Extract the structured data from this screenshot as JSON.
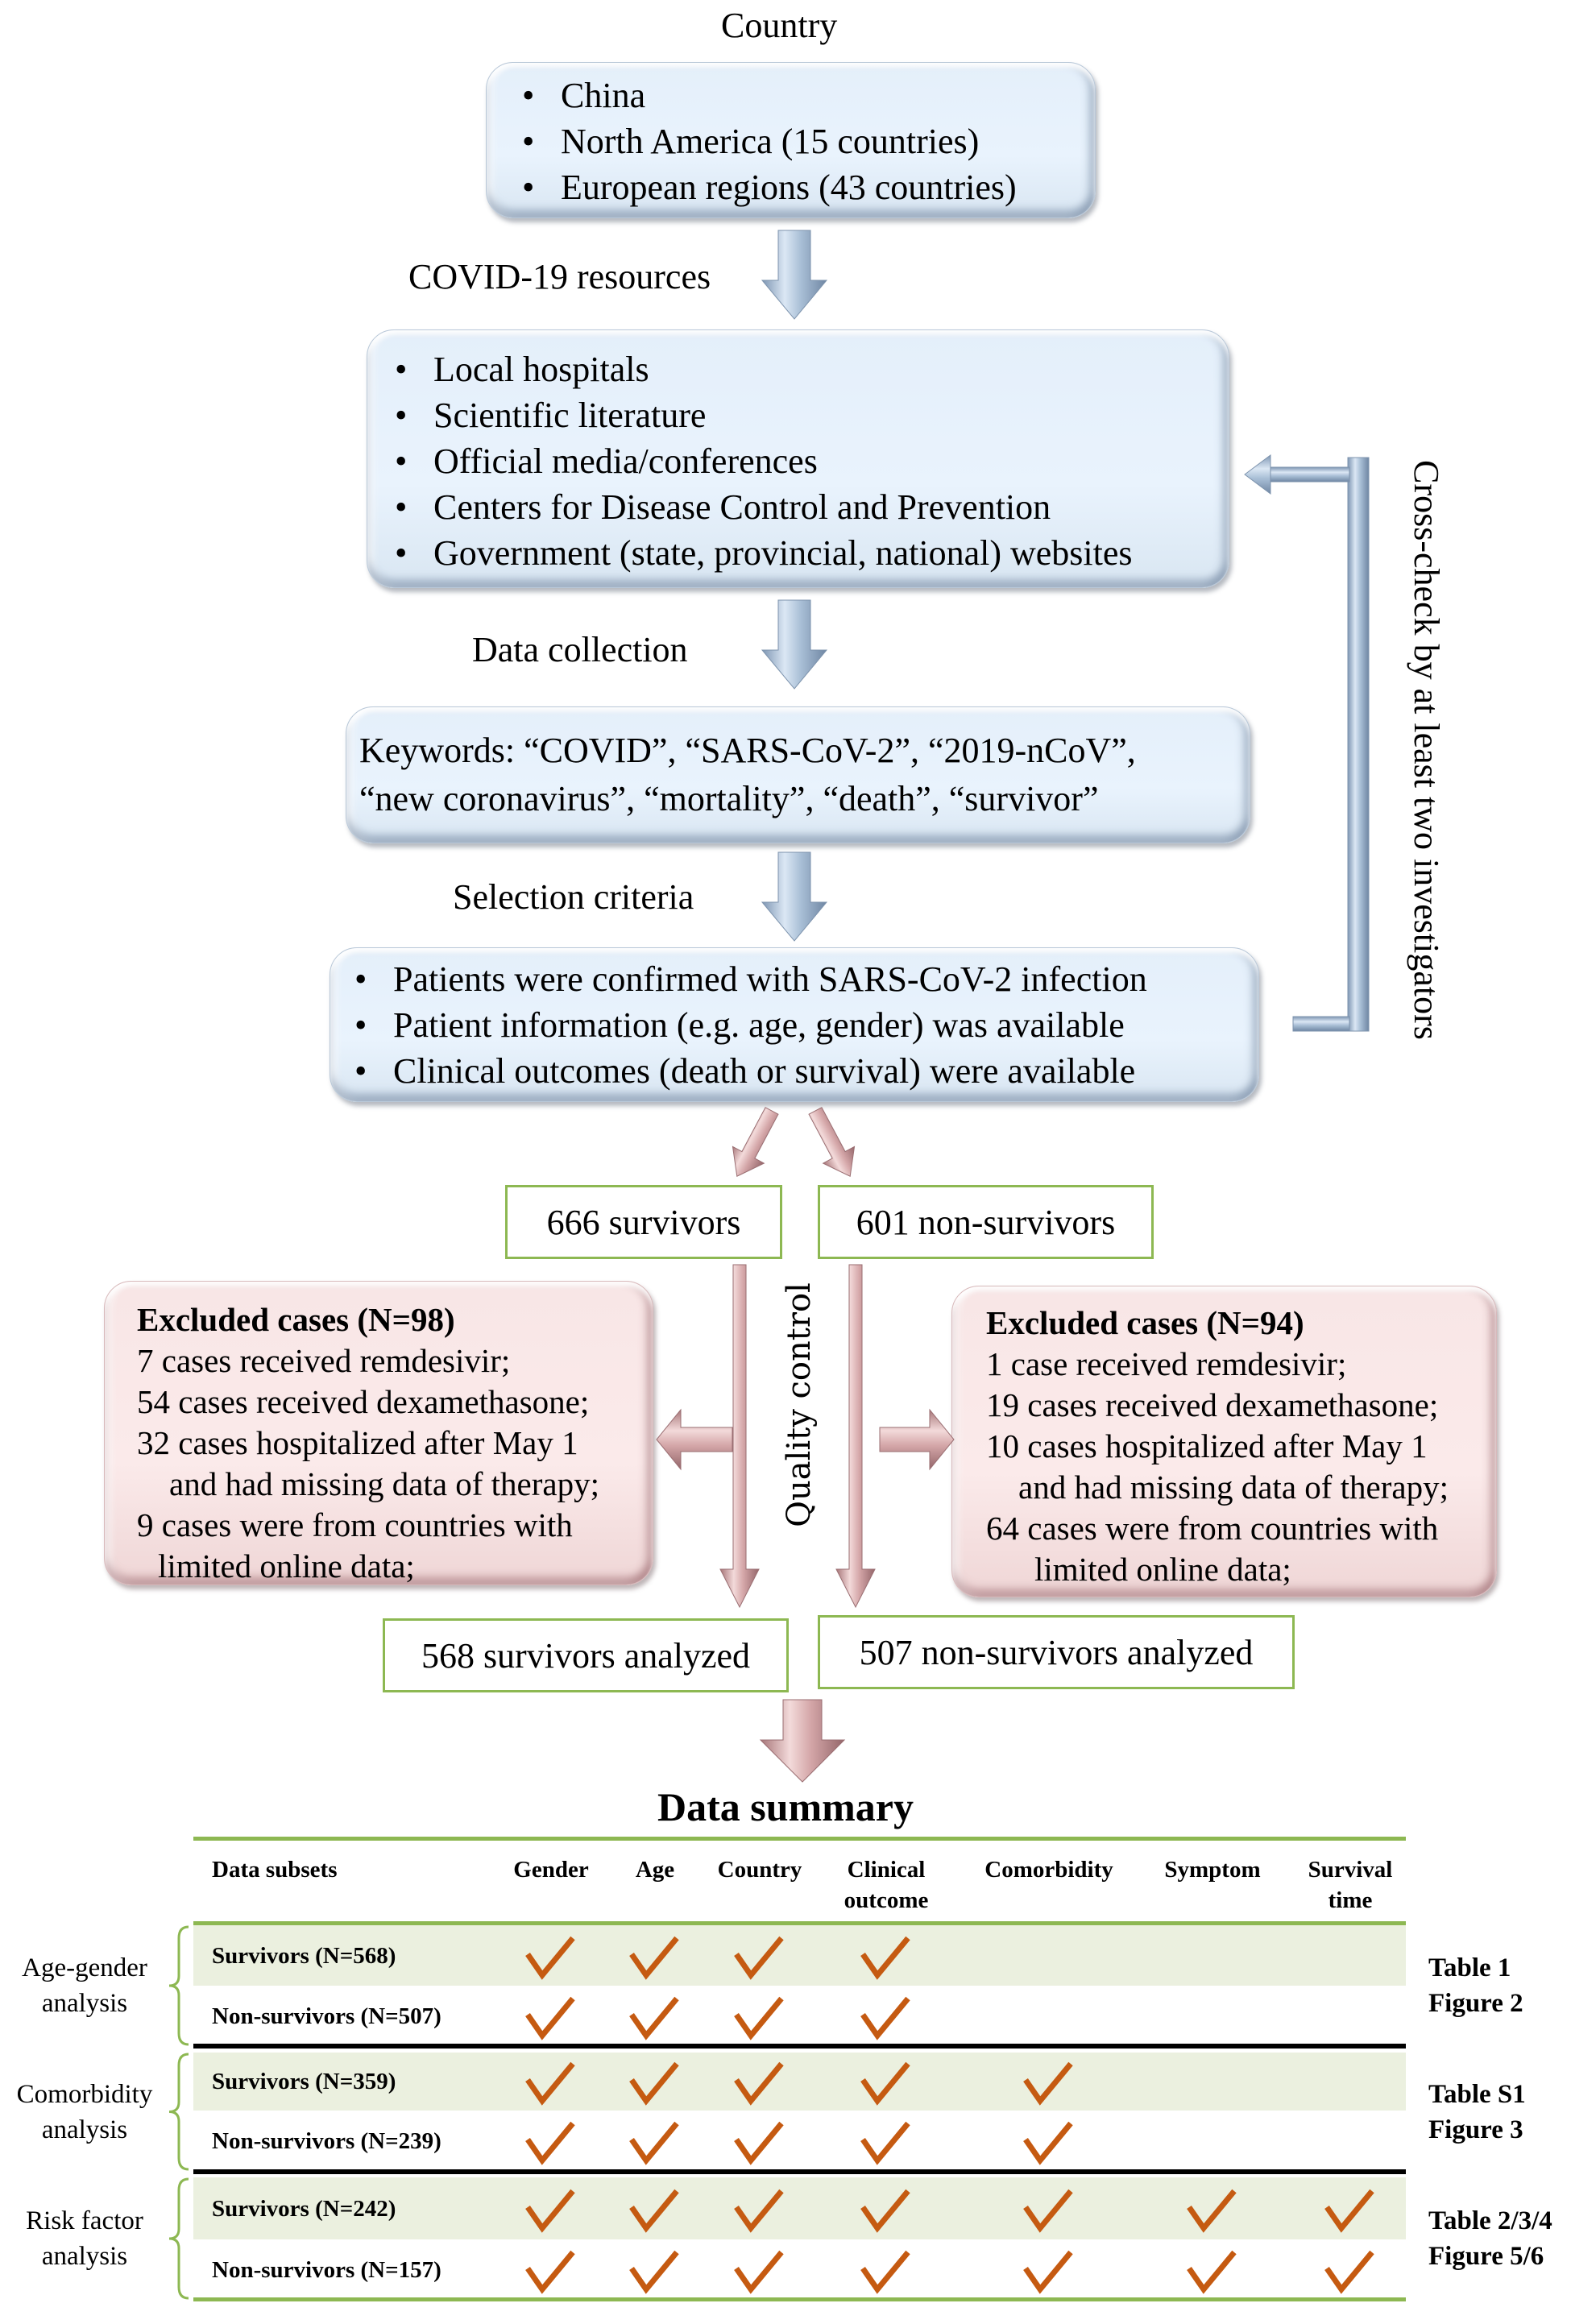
{
  "flow": {
    "country_label": "Country",
    "countries": [
      "China",
      "North America (15 countries)",
      "European regions (43 countries)"
    ],
    "step1_label": "COVID-19 resources",
    "resources": [
      "Local hospitals",
      "Scientific literature",
      "Official media/conferences",
      "Centers for Disease Control and Prevention",
      "Government (state, provincial, national) websites"
    ],
    "step2_label": "Data collection",
    "keywords": [
      "Keywords: “COVID”, “SARS-CoV-2”, “2019-nCoV”,",
      "“new coronavirus”, “mortality”, “death”, “survivor”"
    ],
    "step3_label": "Selection criteria",
    "criteria": [
      "Patients were confirmed with SARS-CoV-2 infection",
      "Patient information (e.g. age, gender) was available",
      "Clinical outcomes (death or survival) were available"
    ],
    "cross_check_label": "Cross-check by at least two investigators",
    "survivors_label": "666 survivors",
    "non_survivors_label": "601 non-survivors",
    "quality_control_label": "Quality control",
    "excluded_left": {
      "title": "Excluded cases (N=98)",
      "lines": [
        "7 cases received remdesivir;",
        "54 cases received dexamethasone;",
        "32 cases hospitalized after May 1",
        "and had missing data of therapy;",
        "9 cases were from countries with",
        "limited online data;"
      ]
    },
    "excluded_right": {
      "title": "Excluded cases (N=94)",
      "lines": [
        "1 case received remdesivir;",
        "19 cases received dexamethasone;",
        "10 cases hospitalized after May 1",
        "and had missing data of therapy;",
        "64 cases were from countries with",
        "limited online data;"
      ]
    },
    "survivors_analyzed_label": "568 survivors analyzed",
    "non_survivors_analyzed_label": "507 non-survivors analyzed"
  },
  "summary": {
    "title": "Data summary",
    "columns": [
      "Data subsets",
      "Gender",
      "Age",
      "Country",
      "Clinical\noutcome",
      "Comorbidity",
      "Symptom",
      "Survival\ntime"
    ],
    "column_lines": [
      [
        "Data subsets"
      ],
      [
        "Gender"
      ],
      [
        "Age"
      ],
      [
        "Country"
      ],
      [
        "Clinical",
        "outcome"
      ],
      [
        "Comorbidity"
      ],
      [
        "Symptom"
      ],
      [
        "Survival",
        "time"
      ]
    ],
    "groups": [
      {
        "label": [
          "Age-gender",
          "analysis"
        ],
        "refs": [
          "Table 1",
          "Figure 2"
        ],
        "rows": [
          {
            "subset": "Survivors (N=568)",
            "checks": [
              true,
              true,
              true,
              true,
              false,
              false,
              false
            ]
          },
          {
            "subset": "Non-survivors (N=507)",
            "checks": [
              true,
              true,
              true,
              true,
              false,
              false,
              false
            ]
          }
        ]
      },
      {
        "label": [
          "Comorbidity",
          "analysis"
        ],
        "refs": [
          "Table S1",
          "Figure 3"
        ],
        "rows": [
          {
            "subset": "Survivors (N=359)",
            "checks": [
              true,
              true,
              true,
              true,
              true,
              false,
              false
            ]
          },
          {
            "subset": "Non-survivors (N=239)",
            "checks": [
              true,
              true,
              true,
              true,
              true,
              false,
              false
            ]
          }
        ]
      },
      {
        "label": [
          "Risk factor",
          "analysis"
        ],
        "refs": [
          "Table 2/3/4",
          "Figure 5/6"
        ],
        "rows": [
          {
            "subset": "Survivors (N=242)",
            "checks": [
              true,
              true,
              true,
              true,
              true,
              true,
              true
            ]
          },
          {
            "subset": "Non-survivors (N=157)",
            "checks": [
              true,
              true,
              true,
              true,
              true,
              true,
              true
            ]
          }
        ]
      }
    ]
  },
  "colors": {
    "blue_box": "#e6f0fb",
    "blue_arrow": "#9fb6d0",
    "pink_box": "#f9e7e7",
    "pink_arrow": "#d8a8aa",
    "green_border": "#8db852",
    "row_band": "#ebf0df",
    "check": "#c55a11"
  }
}
